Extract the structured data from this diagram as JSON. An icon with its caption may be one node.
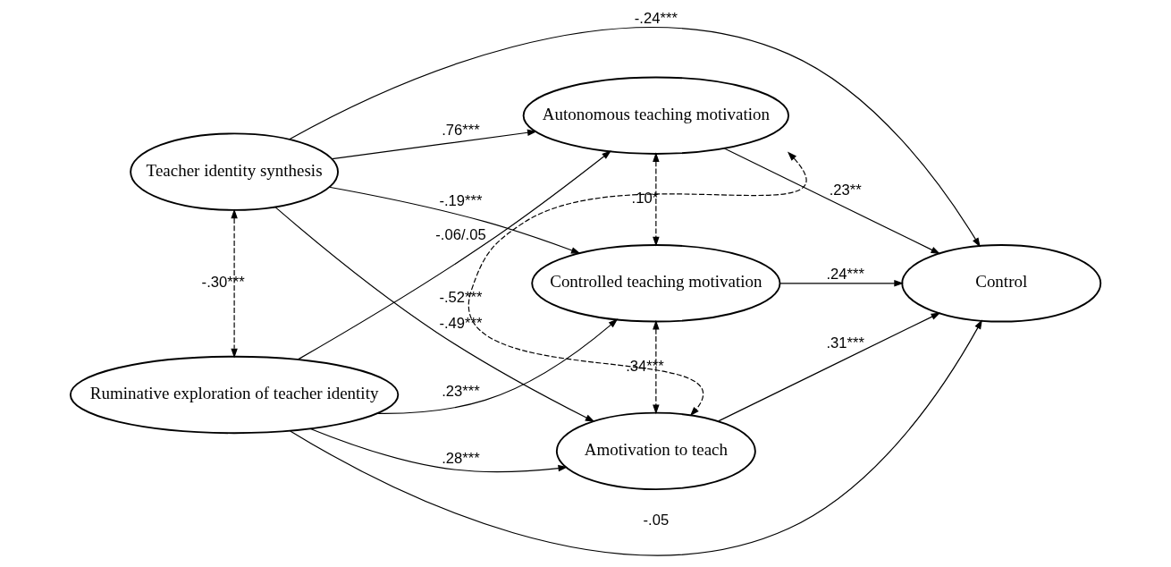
{
  "diagram": {
    "nodes": [
      {
        "text": [
          "Teacher identity synthesis"
        ]
      },
      {
        "text": [
          "Autonomous teaching motivation"
        ]
      },
      {
        "text": [
          "Controlled teaching motivation"
        ]
      },
      {
        "text": [
          "Amotivation to teach"
        ]
      },
      {
        "text": [
          "Ruminative exploration of teacher identity"
        ]
      },
      {
        "text": [
          "Control"
        ]
      }
    ],
    "edges": [
      {
        "from": 0,
        "to": 5,
        "arrow": "to",
        "label": "-.24***"
      },
      {
        "from": 0,
        "to": 1,
        "arrow": "to",
        "label": ".76***"
      },
      {
        "from": 0,
        "to": 2,
        "arrow": "to",
        "label": "-.19***"
      },
      {
        "from": 0,
        "to": 3,
        "arrow": "to",
        "label": "-.49***"
      },
      {
        "from": 0,
        "to": 4,
        "arrow": "both",
        "label": "-.30***",
        "style": "dashed"
      },
      {
        "from": 4,
        "to": 1,
        "arrow": "to",
        "label": "-.06/.05"
      },
      {
        "from": 4,
        "to": 2,
        "arrow": "to",
        "label": ".23***"
      },
      {
        "from": 4,
        "to": 3,
        "arrow": "to",
        "label": ".28***"
      },
      {
        "from": 4,
        "to": 5,
        "arrow": "to",
        "label": "-.05"
      },
      {
        "from": 1,
        "to": 2,
        "arrow": "both",
        "label": ".10*",
        "style": "dashed"
      },
      {
        "from": 2,
        "to": 3,
        "arrow": "both",
        "label": ".34***",
        "style": "dashed"
      },
      {
        "from": 1,
        "to": 3,
        "arrow": "both",
        "label": "-.52***",
        "style": "dashed"
      },
      {
        "from": 1,
        "to": 5,
        "arrow": "to",
        "label": ".23**"
      },
      {
        "from": 2,
        "to": 5,
        "arrow": "to",
        "label": ".24***"
      },
      {
        "from": 3,
        "to": 5,
        "arrow": "to",
        "label": ".31***"
      }
    ]
  }
}
